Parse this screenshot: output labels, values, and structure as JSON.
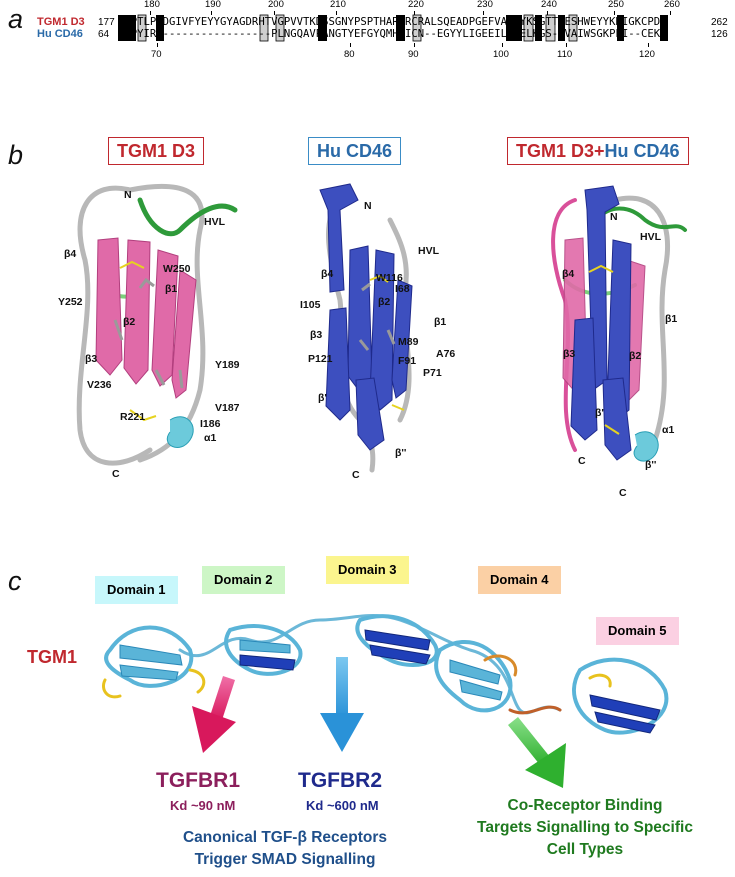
{
  "panels": {
    "a": "a",
    "b": "b",
    "c": "c"
  },
  "alignment": {
    "rows": [
      {
        "name": "TGM1 D3",
        "color": "#c0282e",
        "start": "177",
        "sequence": "GCPTLPDDGIVFYEYYGYAGDRHTVGPVVTKDSSGNYPSPTHARRRCRALSQEADPGEFVAICYKSGTTGESHWEYYKNIGKCPDP",
        "end": "262"
      },
      {
        "name": "Hu CD46",
        "color": "#2a6aa8",
        "start": "64",
        "sequence": "TCPYIRD-----------------PLNGQAVPANGTYEFGYQMHFICN--EGYYLIGEEILYCELKGS--VAIWSGKPPI--CEKV",
        "end": "126"
      }
    ],
    "ruler_top": [
      "180",
      "190",
      "200",
      "210",
      "220",
      "230",
      "240",
      "250",
      "260"
    ],
    "ruler_bottom": [
      "70",
      "80",
      "90",
      "100",
      "110",
      "120"
    ]
  },
  "structures": [
    {
      "title": "TGM1 D3",
      "title_color": "#c0282e",
      "border": "#c0282e",
      "labels": [
        "N",
        "HVL",
        "β4",
        "W250",
        "β1",
        "Y252",
        "β2",
        "β3",
        "Y189",
        "V236",
        "R221",
        "V187",
        "I186",
        "α1",
        "C"
      ]
    },
    {
      "title": "Hu CD46",
      "title_color": "#2a6aa8",
      "border": "#3a8cc6",
      "labels": [
        "N",
        "HVL",
        "β4",
        "W116",
        "I68",
        "β2",
        "I105",
        "β1",
        "β3",
        "M89",
        "F91",
        "A76",
        "P121",
        "P71",
        "β'",
        "β''",
        "C"
      ]
    },
    {
      "title_a": "TGM1 D3",
      "title_plus": "+",
      "title_b": "Hu CD46",
      "title_color_a": "#c0282e",
      "title_color_b": "#2a6aa8",
      "border": "#c0282e",
      "labels": [
        "N",
        "HVL",
        "β4",
        "β1",
        "β3",
        "β2",
        "β'",
        "α1",
        "C",
        "β''",
        "C"
      ]
    }
  ],
  "domains": [
    {
      "label": "Domain 1",
      "bg": "#c7f7fb"
    },
    {
      "label": "Domain 2",
      "bg": "#cdf6c6"
    },
    {
      "label": "Domain 3",
      "bg": "#fbf58e"
    },
    {
      "label": "Domain 4",
      "bg": "#fbd0a5"
    },
    {
      "label": "Domain 5",
      "bg": "#fbd0e2"
    }
  ],
  "tgm1_label": "TGM1",
  "receptors": {
    "tgfbr1": "TGFBR1",
    "tgfbr1_kd": "Kd ~90 nM",
    "tgfbr2": "TGFBR2",
    "tgfbr2_kd": "Kd ~600 nM",
    "canonical_1": "Canonical TGF-β Receptors",
    "canonical_2": "Trigger SMAD Signalling",
    "coreceptor_1": "Co-Receptor Binding",
    "coreceptor_2": "Targets Signalling to Specific",
    "coreceptor_3": "Cell Types"
  },
  "colors": {
    "pink_arrow": "#e0246c",
    "blue_arrow": "#3aa2e0",
    "green_arrow": "#3cc23c",
    "tgfbr1": "#8c1f5c",
    "tgfbr2": "#1f2a8c",
    "canonical": "#1f4f8a",
    "coreceptor": "#1f7a1f",
    "tgm1": "#c0282e"
  }
}
